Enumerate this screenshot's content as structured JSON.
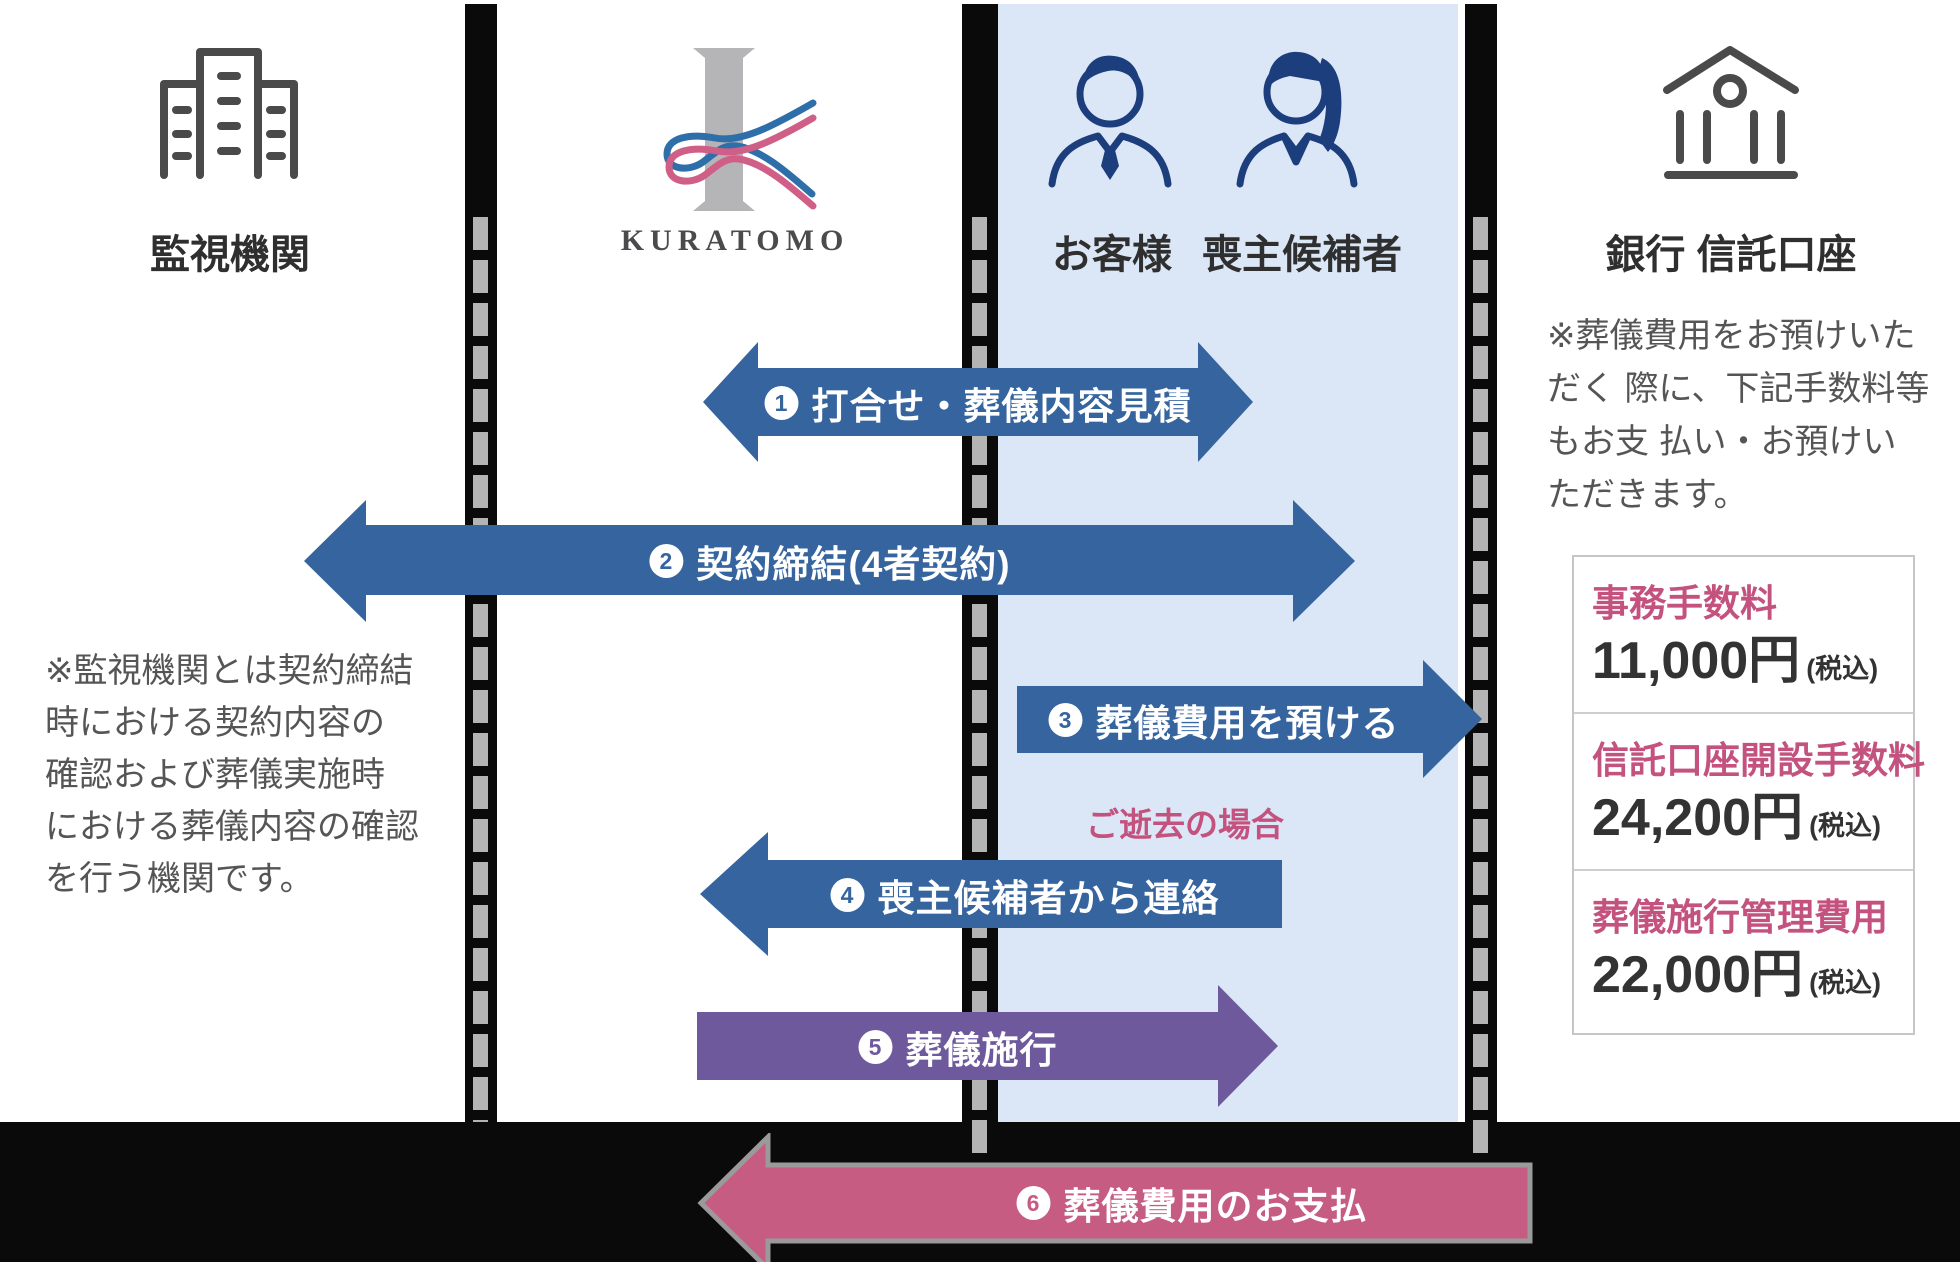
{
  "entities": {
    "monitor": {
      "label": "監視機関"
    },
    "kuratomo": {
      "logo_text": "KURATOMO"
    },
    "customer": {
      "label": "お客様"
    },
    "mourner": {
      "label": "喪主候補者"
    },
    "bank": {
      "label": "銀行 信託口座"
    }
  },
  "arrows": [
    {
      "badge": "1",
      "label": "打合せ・葬儀内容見積",
      "direction": "both",
      "color": "#35649e"
    },
    {
      "badge": "2",
      "label": "契約締結(4者契約)",
      "direction": "both",
      "color": "#35649e"
    },
    {
      "badge": "3",
      "label": "葬儀費用を預ける",
      "direction": "right",
      "color": "#35649e"
    },
    {
      "badge": "4",
      "label": "喪主候補者から連絡",
      "direction": "left",
      "color": "#35649e"
    },
    {
      "badge": "5",
      "label": "葬儀施行",
      "direction": "right",
      "color": "#6e599c"
    },
    {
      "badge": "6",
      "label": "葬儀費用のお支払",
      "direction": "left",
      "color": "#c65c82"
    }
  ],
  "death_case_label": "ご逝去の場合",
  "notes": {
    "monitor_note_lines": [
      "※監視機関とは契約締結",
      "時における契約内容の",
      "確認および葬儀実施時",
      "における葬儀内容の確認",
      "を行う機関です。"
    ],
    "bank_note_lines": [
      "※葬儀費用をお預けいた",
      "だく 際に、下記手数料等",
      "もお支 払い・お預けい",
      "ただきます。"
    ]
  },
  "fees": {
    "items": [
      {
        "name": "事務手数料",
        "price": "11,000円",
        "tax": "(税込)"
      },
      {
        "name": "信託口座開設手数料",
        "price": "24,200円",
        "tax": "(税込)"
      },
      {
        "name": "葬儀施行管理費用",
        "price": "22,000円",
        "tax": "(税込)"
      }
    ]
  },
  "colors": {
    "arrow_blue": "#35649e",
    "arrow_purple": "#6e599c",
    "arrow_pink": "#c65c82",
    "panel_blue": "#dbe7f7",
    "accent_pink": "#c4527e",
    "icon_navy": "#1d3e7c",
    "icon_gray": "#4a4a4a",
    "logo_gray": "#b5b5b8",
    "logo_blue": "#2e6ea9",
    "logo_pink": "#d05f88"
  }
}
